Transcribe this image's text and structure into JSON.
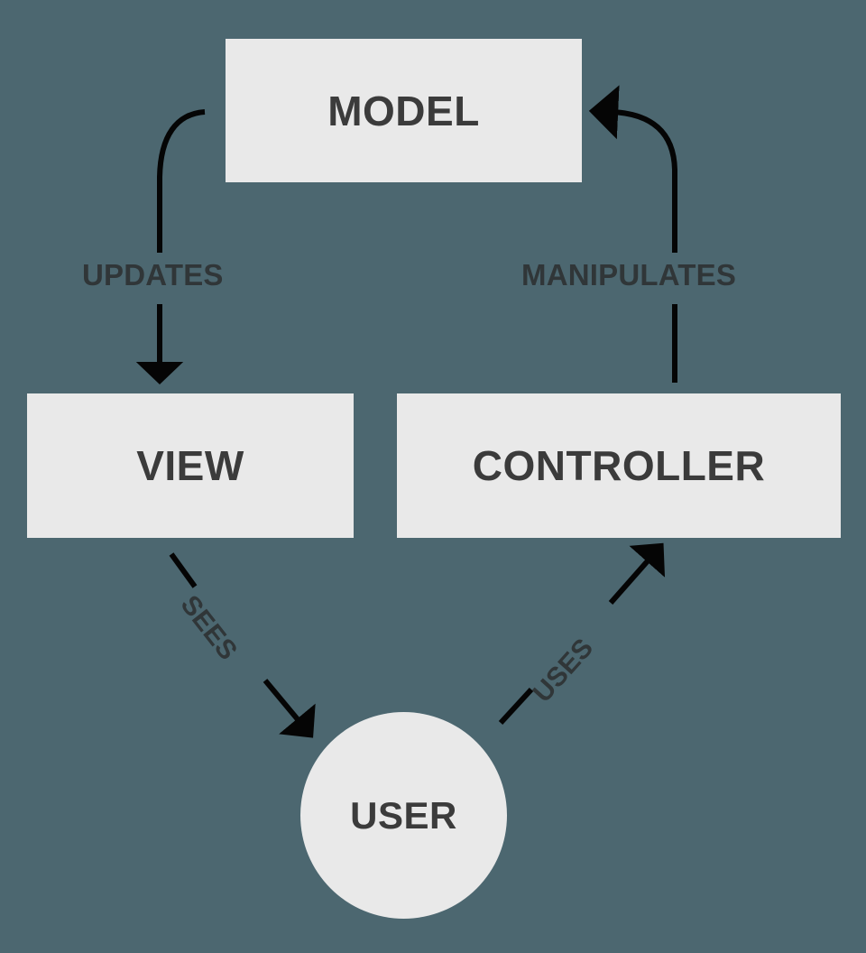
{
  "diagram": {
    "title": "Model View Controller (MVC) flow diagram",
    "background_color": "#4c6770",
    "node_fill_color": "#e9e9e9",
    "node_text_color": "#3b3b3b",
    "edge_color": "#000000",
    "edge_label_color": "#303638",
    "nodes": [
      {
        "id": "model",
        "label": "MODEL",
        "shape": "rectangle"
      },
      {
        "id": "view",
        "label": "VIEW",
        "shape": "rectangle"
      },
      {
        "id": "controller",
        "label": "CONTROLLER",
        "shape": "rectangle"
      },
      {
        "id": "user",
        "label": "USER",
        "shape": "circle"
      }
    ],
    "edges": [
      {
        "id": "model-to-view",
        "label": "UPDATES",
        "from": "model",
        "to": "view"
      },
      {
        "id": "controller-to-model",
        "label": "MANIPULATES",
        "from": "controller",
        "to": "model"
      },
      {
        "id": "view-to-user",
        "label": "SEES",
        "from": "view",
        "to": "user"
      },
      {
        "id": "user-to-controller",
        "label": "USES",
        "from": "user",
        "to": "controller"
      }
    ]
  }
}
